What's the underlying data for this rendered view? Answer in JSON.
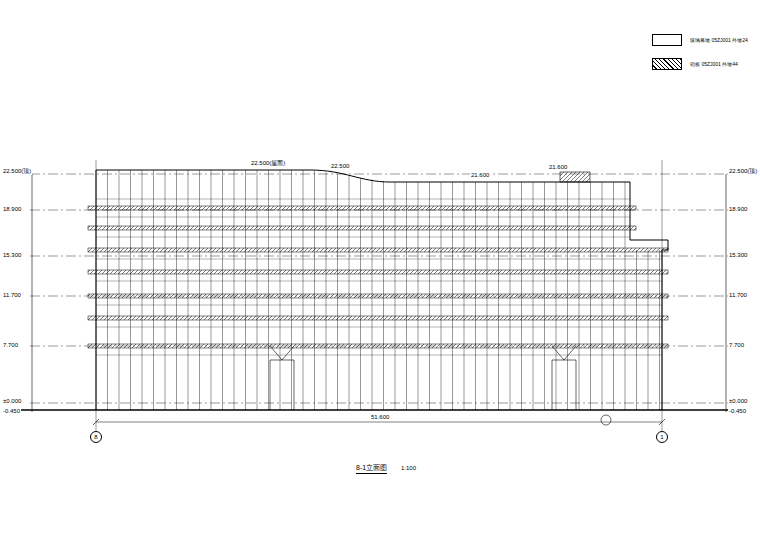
{
  "diagram": {
    "title": "8-1立面图",
    "nodes": [
      {
        "text": [
          "8"
        ]
      },
      {
        "text": [
          "1"
        ]
      }
    ],
    "labels": [
      "22.500(顶)",
      "18.900",
      "15.300",
      "11.700",
      "7.700",
      "±0.000",
      "-0.450",
      "22.500(顶)",
      "18.900",
      "15.300",
      "11.700",
      "7.700",
      "±0.000",
      "-0.450",
      "22.500(屋面)",
      "22.500",
      "21.600",
      "21.600",
      "51.600",
      "1:100"
    ],
    "legend": [
      {
        "text": "玻璃幕墙 05ZJ001 外墙24",
        "color": "#ffffff"
      },
      {
        "text": "铝板 05ZJ001 外墙44"
      }
    ]
  }
}
